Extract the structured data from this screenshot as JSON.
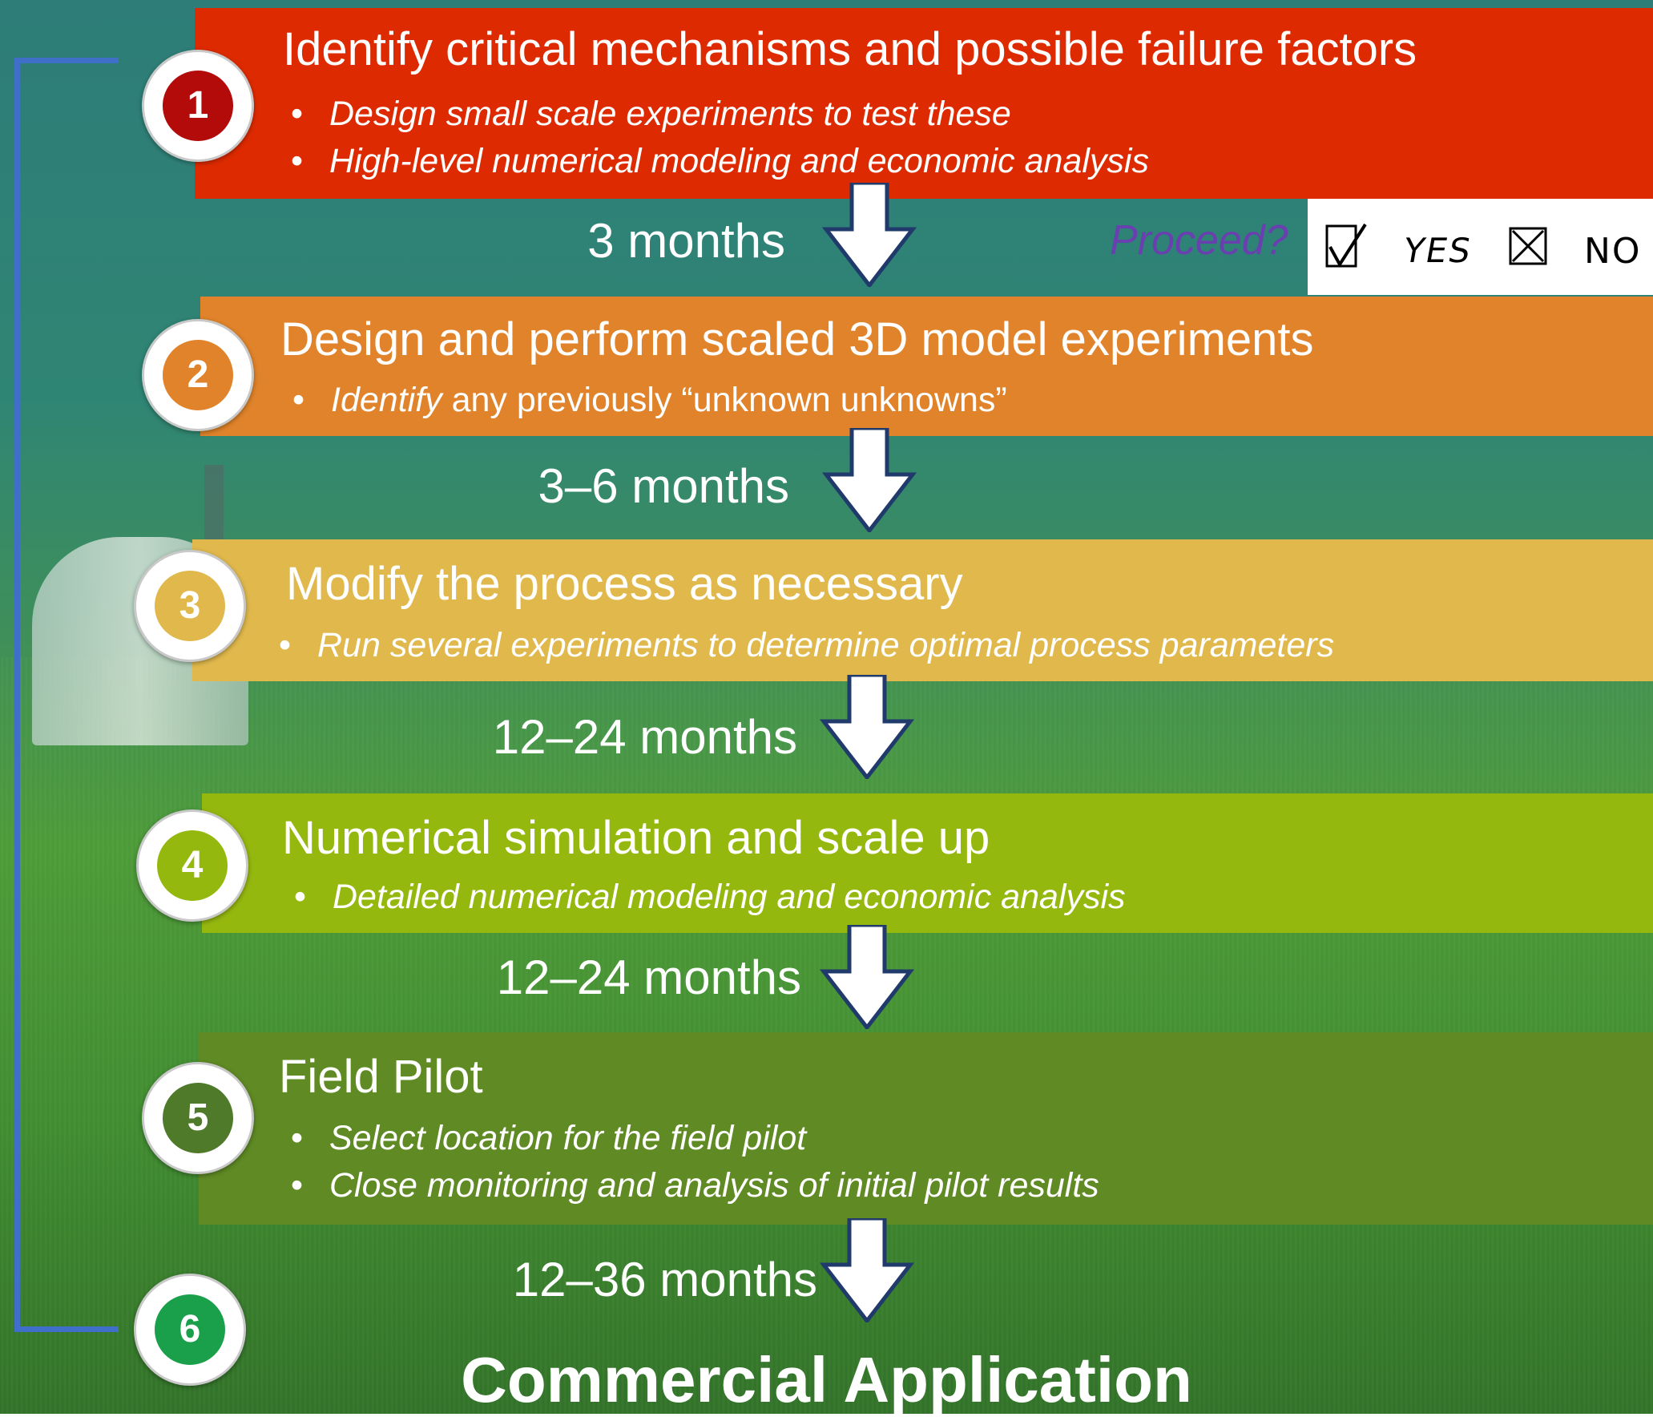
{
  "steps": [
    {
      "number": "1",
      "title": "Identify critical mechanisms and possible failure factors",
      "bullets": [
        "Design small scale experiments to test these",
        "High-level numerical modeling and economic analysis"
      ],
      "color": "#de2a00",
      "circle_color": "#b30a0a"
    },
    {
      "number": "2",
      "title": "Design and perform scaled 3D model experiments",
      "bullet_italic": "Identify",
      "bullet_rest": " any previously “unknown unknowns”",
      "color": "#e0832a",
      "circle_color": "#e0832a"
    },
    {
      "number": "3",
      "title": "Modify the process as necessary",
      "bullets": [
        "Run several experiments to determine optimal process parameters"
      ],
      "color": "#e0b84c",
      "circle_color": "#e0b84c"
    },
    {
      "number": "4",
      "title": "Numerical simulation and scale up",
      "bullets": [
        "Detailed numerical modeling and economic analysis"
      ],
      "color": "#95b80f",
      "circle_color": "#95b80f"
    },
    {
      "number": "5",
      "title": "Field Pilot",
      "bullets": [
        "Select location for the field pilot",
        "Close monitoring and analysis of initial pilot results"
      ],
      "color": "#5f8a24",
      "circle_color": "#4e7a2a"
    },
    {
      "number": "6",
      "circle_color": "#1aa04a"
    }
  ],
  "durations": [
    "3 months",
    "3–6 months",
    "12–24 months",
    "12–24 months",
    "12–36 months"
  ],
  "proceed": {
    "label": "Proceed?",
    "yes": "YES",
    "no": "NO"
  },
  "final_label": "Commercial Application",
  "bracket_color": "#3f6fc9"
}
